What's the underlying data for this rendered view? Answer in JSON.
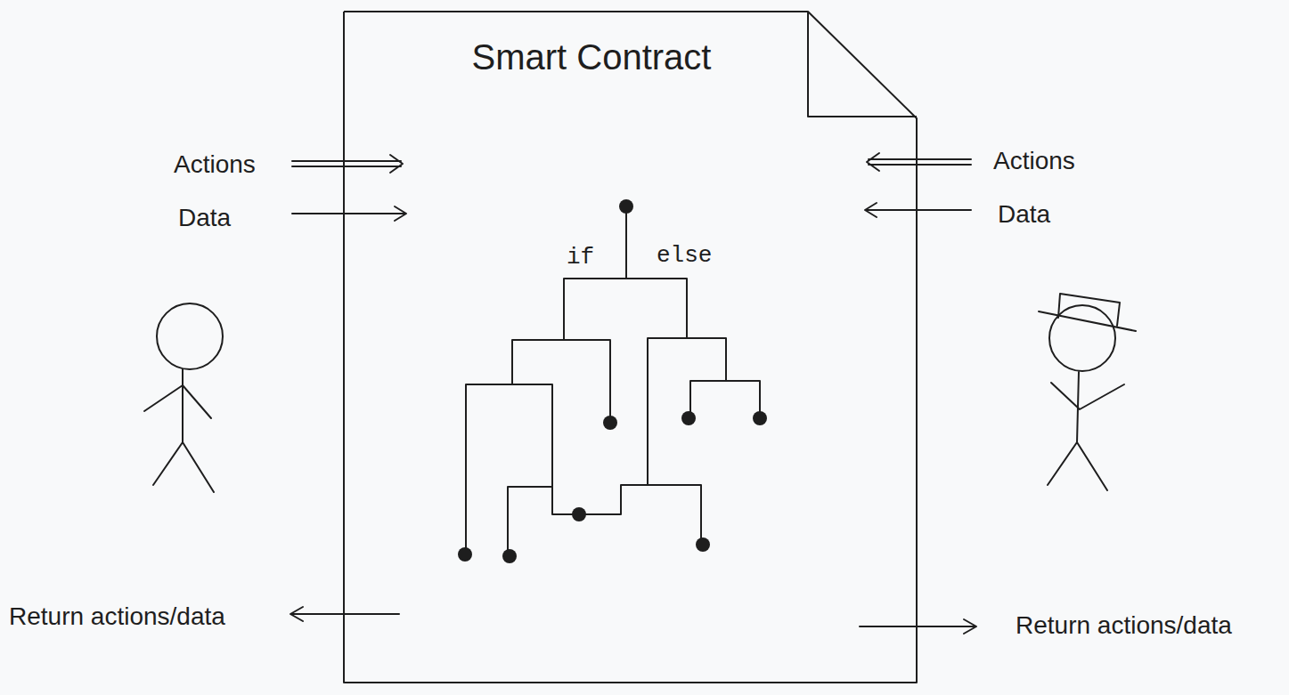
{
  "diagram": {
    "nodes": [
      {
        "text": [
          "Smart Contract"
        ]
      }
    ],
    "labels": [
      "Actions",
      "Data",
      "Actions",
      "Data",
      "if",
      "else",
      "Return actions/data",
      "Return actions/data"
    ]
  }
}
